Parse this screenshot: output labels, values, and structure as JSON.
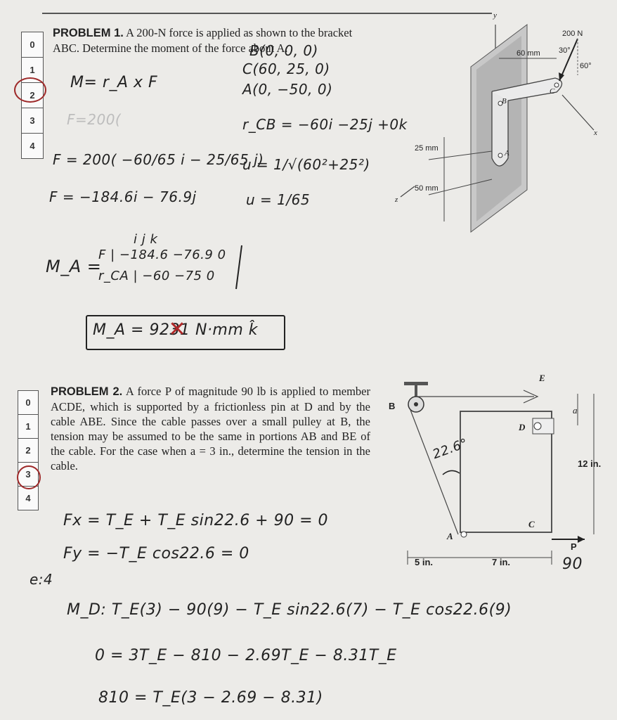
{
  "problem1": {
    "score_cells": [
      "0",
      "1",
      "2",
      "3",
      "4"
    ],
    "circled_score": "2",
    "heading": "PROBLEM 1.",
    "text": "A 200-N force is applied as shown to the bracket ABC. Determine the moment of the force about A.",
    "diagram_labels": {
      "axis_y": "y",
      "axis_x": "x",
      "axis_z": "z",
      "force": "200 N",
      "dim_60": "60 mm",
      "angle_30": "30°",
      "angle_60": "60°",
      "dim_25": "25 mm",
      "dim_50": "50 mm",
      "pt_A": "A",
      "pt_B": "B",
      "pt_C": "C"
    },
    "handwriting": {
      "m_formula": "M= r_A x F",
      "b_coord": "B(0, 0, 0)",
      "c_coord": "C(60, 25, 0)",
      "a_coord": "A(0, −50, 0)",
      "faded": "F=200(",
      "rcb": "r_CB = −60i −25j +0k",
      "f_unit": "F = 200( −60/65 i − 25/65 j)",
      "u_eq": "u = 1/√(60²+25²)",
      "f_result": "F = −184.6i − 76.9j",
      "u_result": "u = 1/65",
      "ijk": "i     j     k",
      "ma_label": "M_A =",
      "row_f": "F | −184.6  −76.9   0",
      "row_r": "r_CA | −60   −75   0",
      "answer_pre": "M_A = 92",
      "answer_struck": "3",
      "answer_post": "1 N·mm k̂"
    }
  },
  "problem2": {
    "score_cells": [
      "0",
      "1",
      "2",
      "3",
      "4"
    ],
    "circled_score": "3",
    "heading": "PROBLEM 2.",
    "text": "A force P of magnitude 90 lb is applied to member ACDE, which is supported by a frictionless pin at D and by the cable ABE. Since the cable passes over a small pulley at B, the tension may be assumed to be the same in portions AB and BE of the cable. For the case when a = 3 in., determine the tension in the cable.",
    "diagram_labels": {
      "pt_B": "B",
      "pt_E": "E",
      "pt_D": "D",
      "pt_C": "C",
      "pt_A": "A",
      "dim_a": "a",
      "dim_12": "12 in.",
      "force_p": "P",
      "dim_5": "5 in.",
      "dim_7": "7 in.",
      "angle_hand": "22.6°",
      "p_value": "90"
    },
    "handwriting": {
      "fx": "Fx = T_E + T_E sin22.6 + 90 = 0",
      "fy": "Fy = −T_E cos22.6 = 0",
      "a_note": "e:4",
      "md": "M_D: T_E(3) − 90(9) − T_E sin22.6(7) − T_E cos22.6(9)",
      "eq1": "0 = 3T_E − 810 − 2.69T_E − 8.31T_E",
      "eq2": "810 = T_E(3 − 2.69 − 8.31)"
    }
  }
}
